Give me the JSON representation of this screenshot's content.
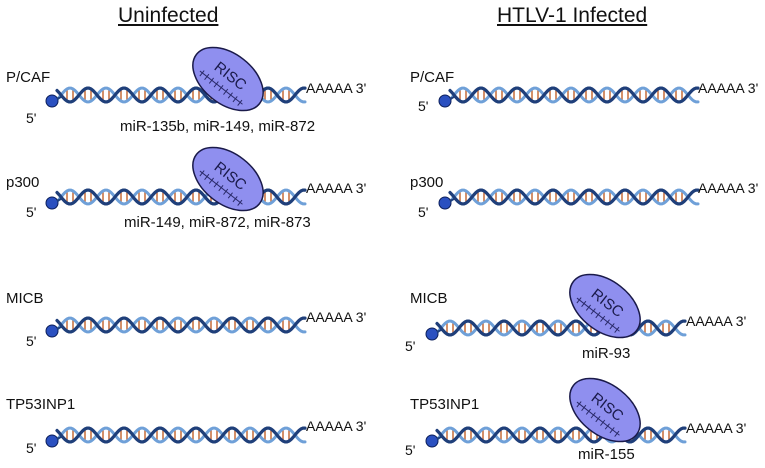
{
  "columns": {
    "left_title": "Uninfected",
    "right_title": "HTLV-1 Infected"
  },
  "mrna": {
    "five_prime": "5'",
    "tail": "AAAAA 3'",
    "risc_label": "RISC"
  },
  "rows": [
    {
      "gene": "P/CAF",
      "left_mirna": "miR-135b, miR-149, miR-872",
      "right_mirna": ""
    },
    {
      "gene": "p300",
      "left_mirna": "miR-149, miR-872, miR-873",
      "right_mirna": ""
    },
    {
      "gene": "MICB",
      "left_mirna": "",
      "right_mirna": "miR-93"
    },
    {
      "gene": "TP53INP1",
      "left_mirna": "",
      "right_mirna": "miR-155"
    }
  ],
  "colors": {
    "strand_dark": "#1f3f7a",
    "strand_light": "#6fa0d8",
    "base_pairs": "#c0602a",
    "risc_fill": "#8f8fef",
    "cap": "#2a50c0"
  }
}
